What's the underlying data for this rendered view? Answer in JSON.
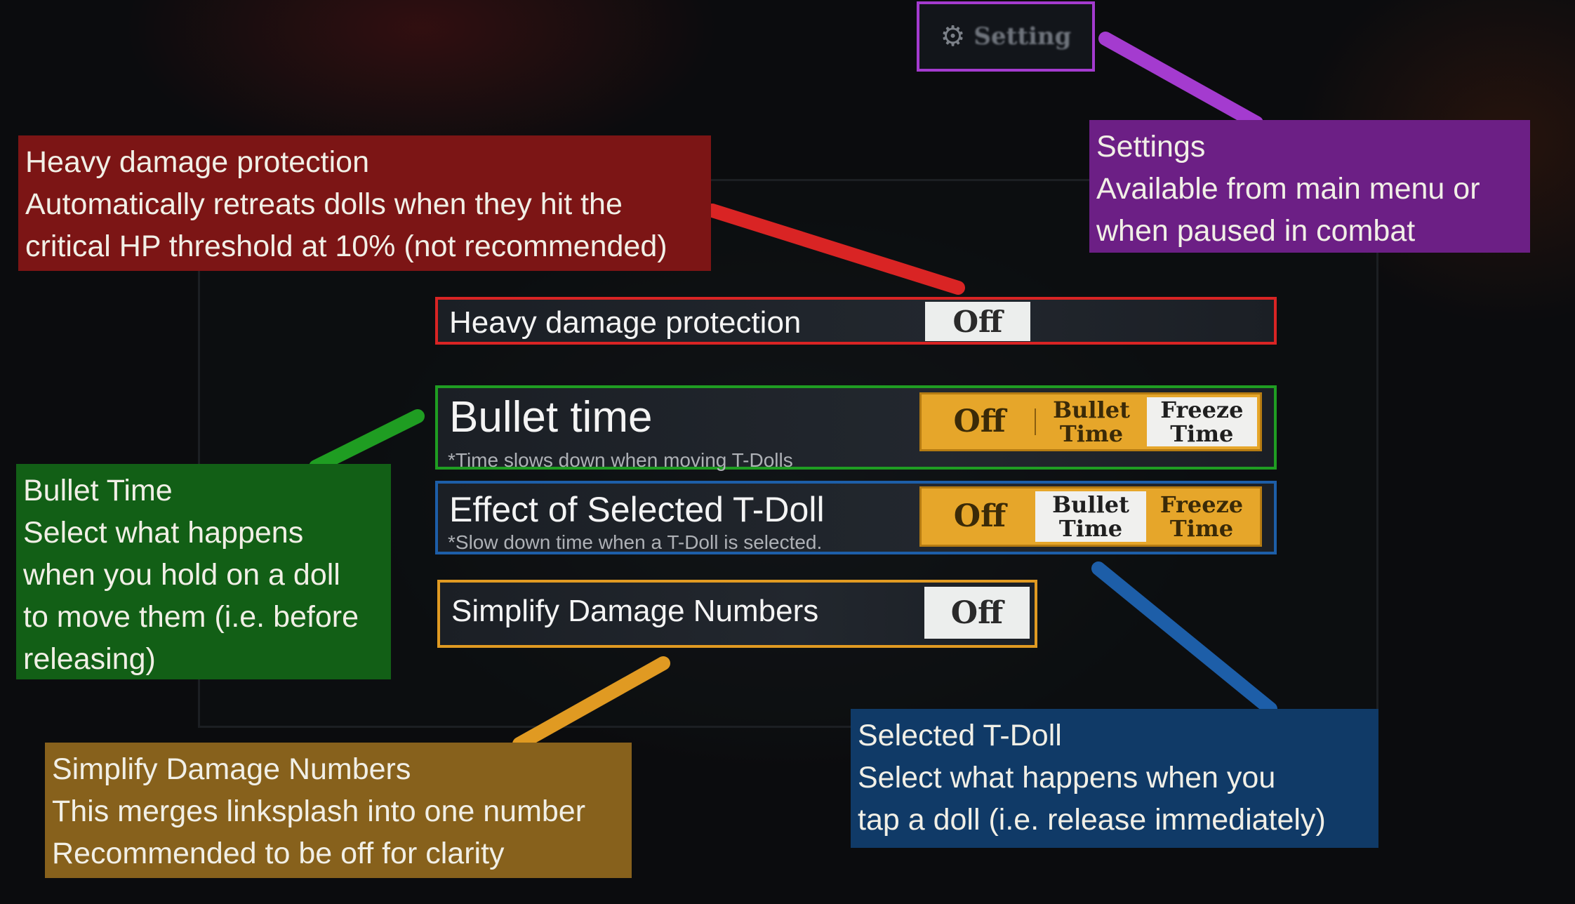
{
  "top_button": {
    "label": "Setting"
  },
  "notes": {
    "heavy": [
      "Heavy damage protection",
      "Automatically retreats dolls when they hit the",
      "critical HP threshold at 10% (not recommended)"
    ],
    "settings": [
      "Settings",
      "Available from main menu or",
      "when paused in combat"
    ],
    "bullet": [
      "Bullet Time",
      "Select what happens",
      "when you hold on a doll",
      "to move them (i.e. before",
      "releasing)"
    ],
    "simplify": [
      "Simplify Damage Numbers",
      "This merges linksplash into one number",
      "Recommended to be off for clarity"
    ],
    "selected": [
      "Selected T-Doll",
      "Select what happens when you",
      "tap a doll (i.e. release immediately)"
    ]
  },
  "rows": {
    "heavy": {
      "title": "Heavy damage protection",
      "value": "Off"
    },
    "bullet": {
      "title": "Bullet time",
      "subtitle": "*Time slows down when moving T-Dolls",
      "options": [
        "Off",
        "Bullet Time",
        "Freeze Time"
      ],
      "selected": "Freeze Time"
    },
    "effect": {
      "title": "Effect of Selected T-Doll",
      "subtitle": "*Slow down time when a T-Doll is selected.",
      "options": [
        "Off",
        "Bullet Time",
        "Freeze Time"
      ],
      "selected": "Bullet Time"
    },
    "simplify": {
      "title": "Simplify Damage Numbers",
      "value": "Off"
    }
  },
  "colors": {
    "red": "#d92424",
    "purple": "#a43bcf",
    "green": "#1f9d22",
    "blue": "#1d5ea8",
    "orange": "#e09a22",
    "toggle_gold": "#e6a62a"
  },
  "icons": {
    "setting": "gear-icon"
  }
}
